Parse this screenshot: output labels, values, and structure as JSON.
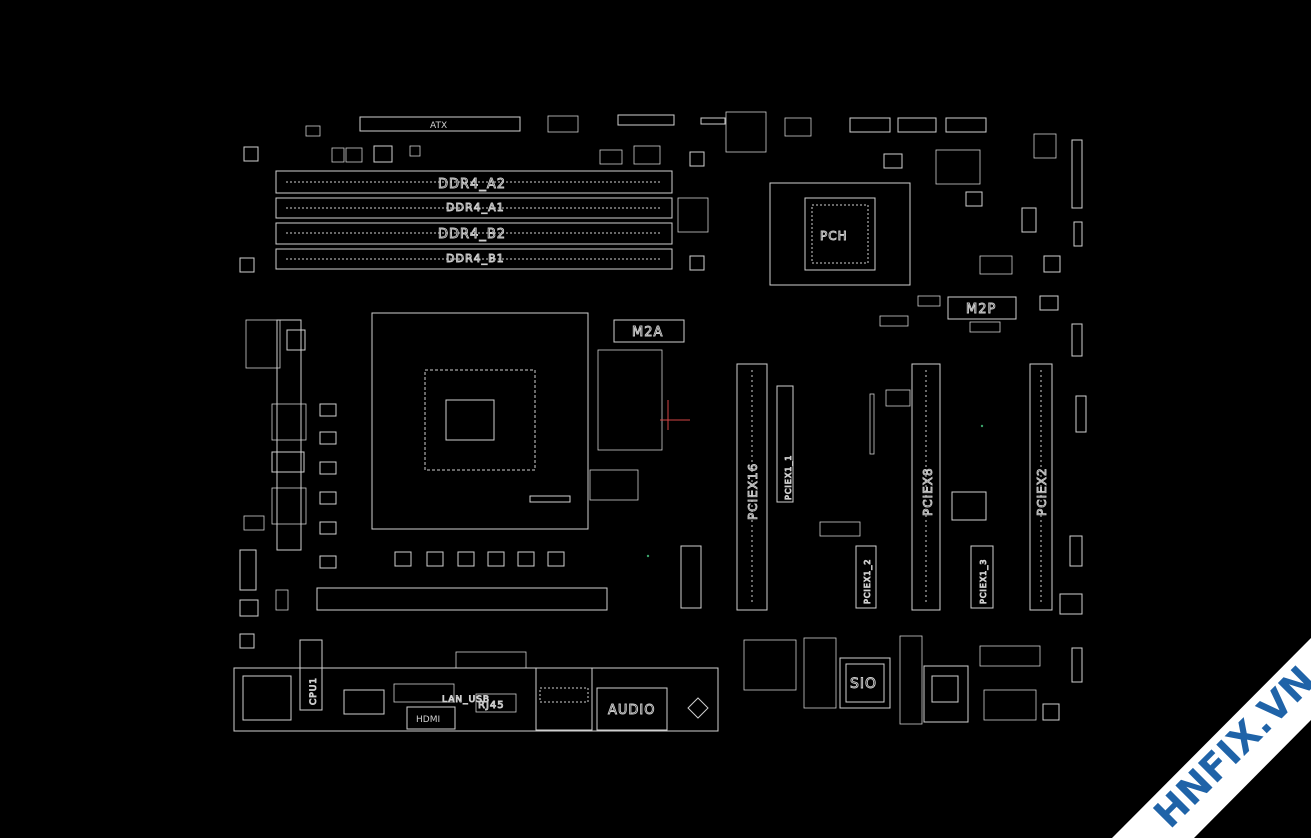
{
  "board": {
    "labels": {
      "atx": "ATX",
      "ddr_a2": "DDR4_A2",
      "ddr_a1": "DDR4_A1",
      "ddr_b2": "DDR4_B2",
      "ddr_b1": "DDR4_B1",
      "pch": "PCH",
      "m2a": "M2A",
      "m2p": "M2P",
      "pciex16": "PCIEX16",
      "pciex8": "PCIEX8",
      "pciex2": "PCIEX2",
      "pciex1_1": "PCIEX1_1",
      "pciex1_2": "PCIEX1_2",
      "pciex1_3": "PCIEX1_3",
      "sio": "SIO",
      "cpu1": "CPU1",
      "hdmi": "HDMI",
      "rj45": "RJ45",
      "lan_usb": "LAN_USB",
      "audio": "AUDIO"
    }
  },
  "watermark": {
    "text": "HNFIX.VN"
  },
  "colors": {
    "background": "#000000",
    "trace": "#cfcfcf",
    "accent": "#d24444",
    "watermark_band": "#ffffff",
    "watermark_text": "#1f63a8"
  }
}
